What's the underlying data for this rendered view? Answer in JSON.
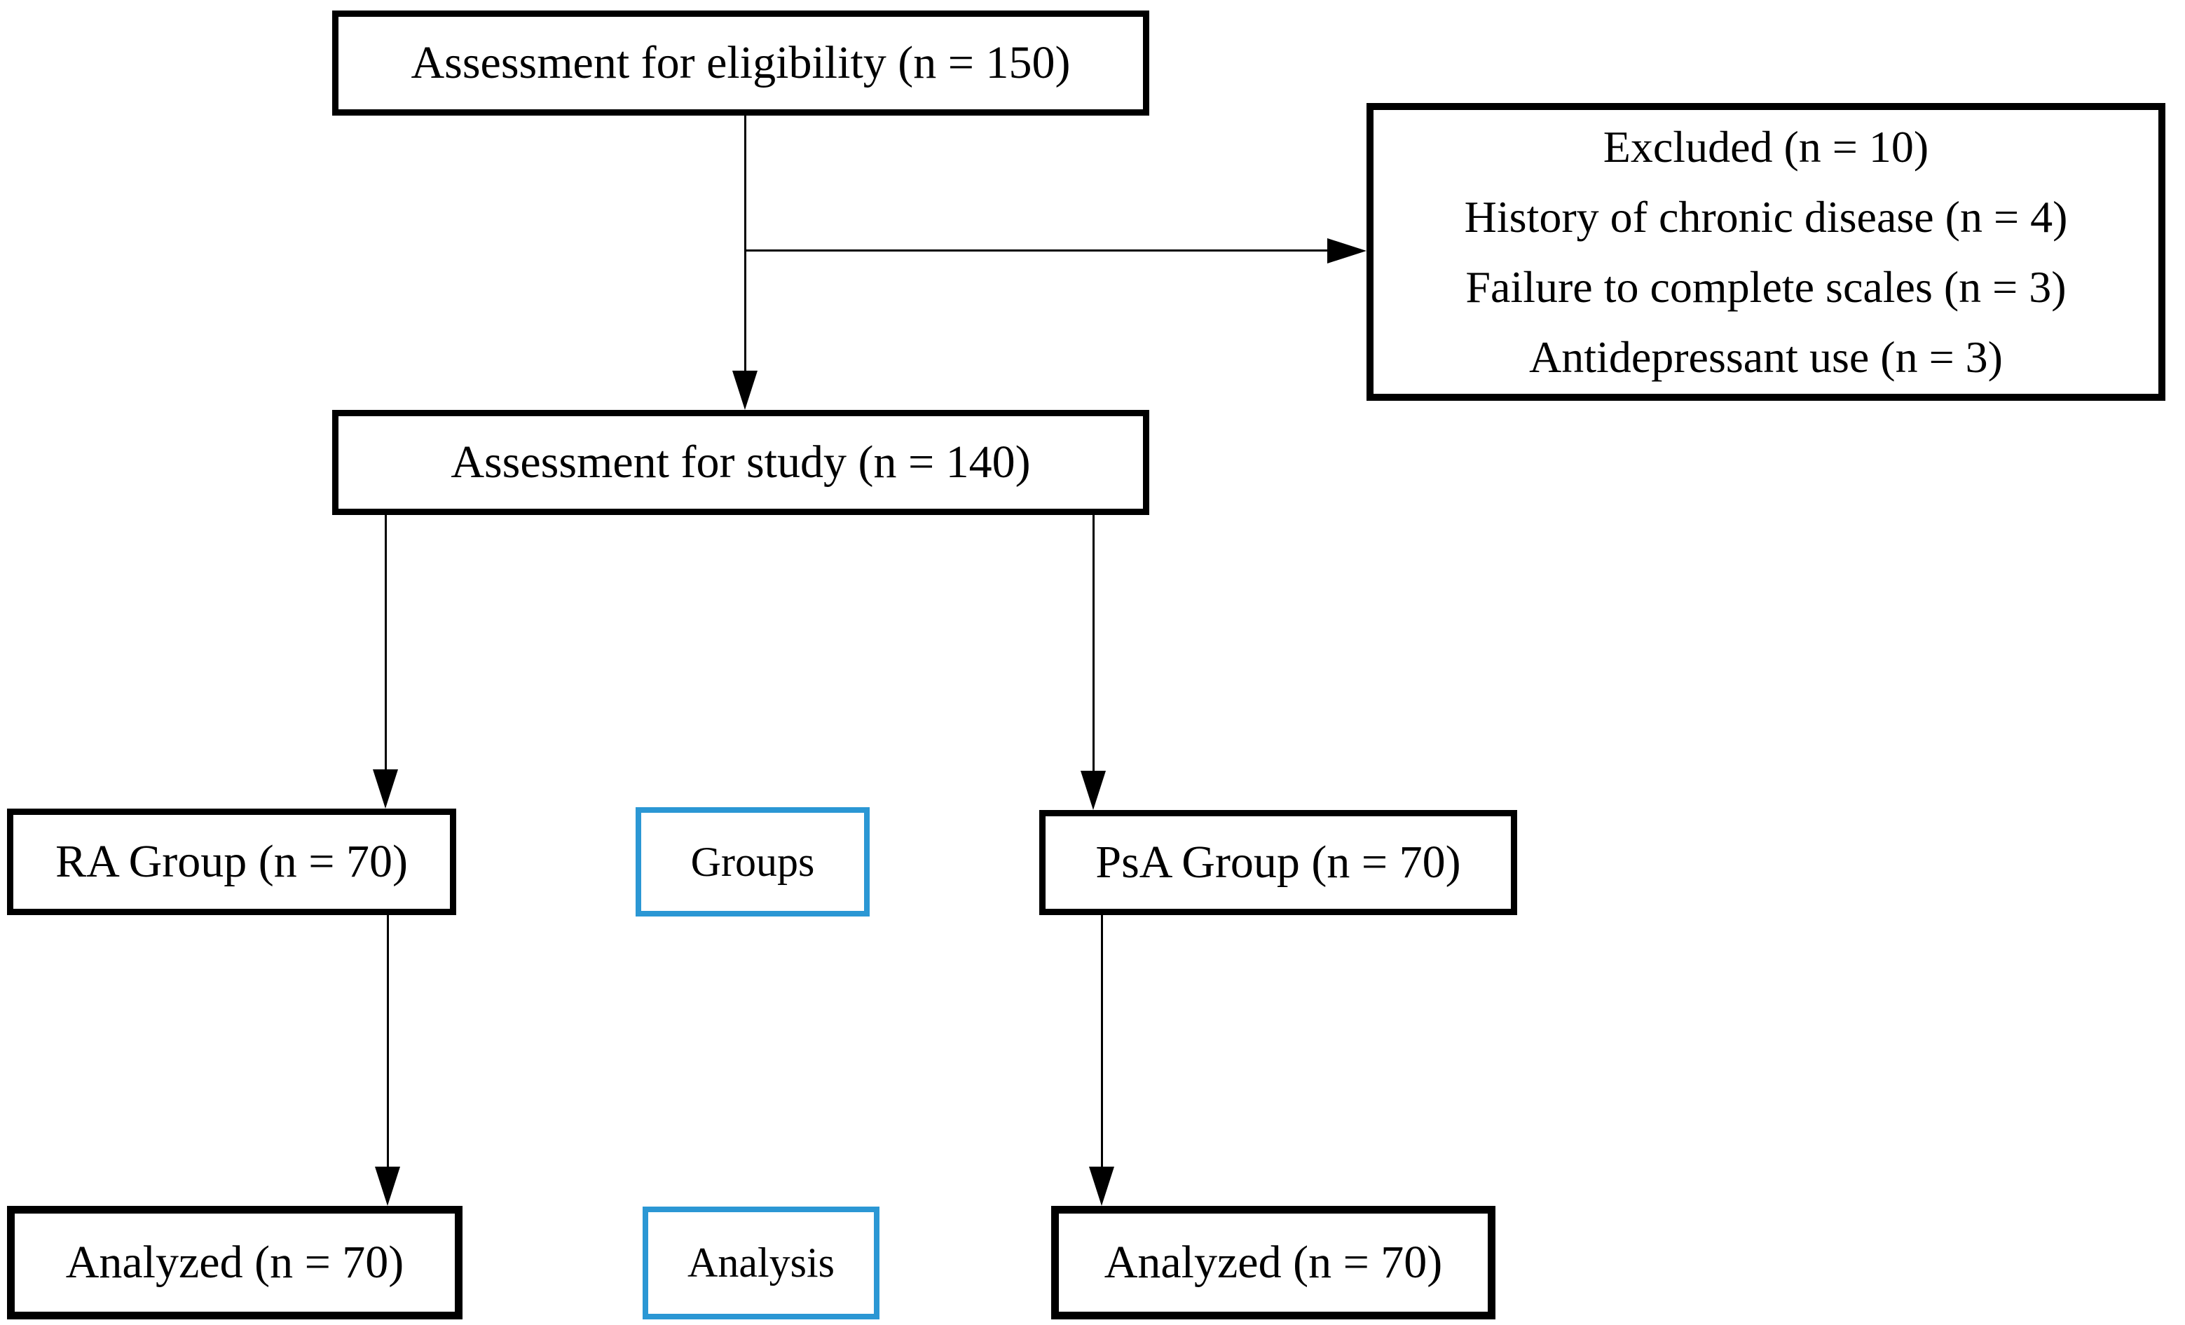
{
  "figure": {
    "type": "consort-flow-diagram",
    "colors": {
      "background": "#FFFFFF",
      "box_border_black": "#000000",
      "stage_border_blue": "#2B97D4",
      "text": "#000000",
      "arrow": "#000000"
    }
  },
  "nodes": {
    "eligibility": {
      "label": "Assessment for eligibility (n = 150)"
    },
    "excluded": {
      "lines": [
        "Excluded (n = 10)",
        "History of chronic disease (n = 4)",
        "Failure to complete scales (n = 3)",
        "Antidepressant use (n = 3)"
      ]
    },
    "study": {
      "label": "Assessment for study (n = 140)"
    },
    "ra_group": {
      "label": "RA Group (n = 70)"
    },
    "groups_stage": {
      "label": "Groups"
    },
    "psa_group": {
      "label": "PsA Group (n = 70)"
    },
    "analyzed_left": {
      "label": "Analyzed (n = 70)"
    },
    "analysis_stage": {
      "label": "Analysis"
    },
    "analyzed_right": {
      "label": "Analyzed (n = 70)"
    }
  }
}
